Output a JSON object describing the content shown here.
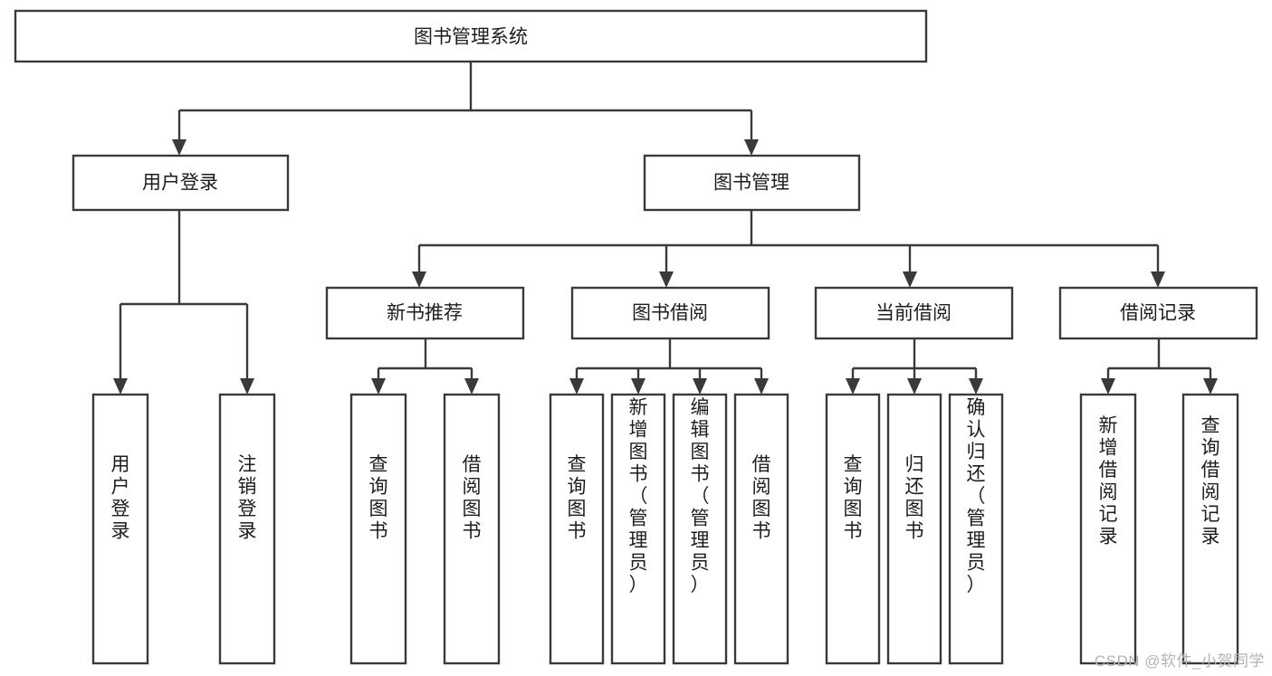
{
  "diagram": {
    "type": "tree-hierarchy-chart",
    "title": "图书管理系统",
    "root": {
      "id": "root",
      "label": "图书管理系统",
      "orientation": "horizontal"
    },
    "level2": [
      {
        "id": "user-login",
        "label": "用户登录",
        "orientation": "horizontal"
      },
      {
        "id": "book-manage",
        "label": "图书管理",
        "orientation": "horizontal"
      }
    ],
    "level3": [
      {
        "id": "new-book-recommend",
        "label": "新书推荐",
        "orientation": "horizontal",
        "parent": "book-manage"
      },
      {
        "id": "book-borrow",
        "label": "图书借阅",
        "orientation": "horizontal",
        "parent": "book-manage"
      },
      {
        "id": "current-borrow",
        "label": "当前借阅",
        "orientation": "horizontal",
        "parent": "book-manage"
      },
      {
        "id": "borrow-record",
        "label": "借阅记录",
        "orientation": "horizontal",
        "parent": "book-manage"
      }
    ],
    "leaves": [
      {
        "id": "leaf-user-login",
        "label": "用户登录",
        "orientation": "vertical",
        "parent": "user-login"
      },
      {
        "id": "leaf-logout",
        "label": "注销登录",
        "orientation": "vertical",
        "parent": "user-login"
      },
      {
        "id": "leaf-query-book-1",
        "label": "查询图书",
        "orientation": "vertical",
        "parent": "new-book-recommend"
      },
      {
        "id": "leaf-borrow-book-1",
        "label": "借阅图书",
        "orientation": "vertical",
        "parent": "new-book-recommend"
      },
      {
        "id": "leaf-query-book-2",
        "label": "查询图书",
        "orientation": "vertical",
        "parent": "book-borrow"
      },
      {
        "id": "leaf-add-book",
        "label": "新增图书（管理员）",
        "orientation": "vertical",
        "parent": "book-borrow"
      },
      {
        "id": "leaf-edit-book",
        "label": "编辑图书（管理员）",
        "orientation": "vertical",
        "parent": "book-borrow"
      },
      {
        "id": "leaf-borrow-book-2",
        "label": "借阅图书",
        "orientation": "vertical",
        "parent": "book-borrow"
      },
      {
        "id": "leaf-query-book-3",
        "label": "查询图书",
        "orientation": "vertical",
        "parent": "current-borrow"
      },
      {
        "id": "leaf-return-book",
        "label": "归还图书",
        "orientation": "vertical",
        "parent": "current-borrow"
      },
      {
        "id": "leaf-confirm-return",
        "label": "确认归还（管理员）",
        "orientation": "vertical",
        "parent": "current-borrow"
      },
      {
        "id": "leaf-add-record",
        "label": "新增借阅记录",
        "orientation": "vertical",
        "parent": "borrow-record"
      },
      {
        "id": "leaf-query-record",
        "label": "查询借阅记录",
        "orientation": "vertical",
        "parent": "borrow-record"
      }
    ],
    "colors": {
      "stroke": "#3a3a3a",
      "fill": "#ffffff",
      "text": "#1d1d1d",
      "background": "#ffffff",
      "watermark": "#b4b4b4"
    }
  },
  "watermark": {
    "label": "CSDN @软件_小贺同学"
  }
}
